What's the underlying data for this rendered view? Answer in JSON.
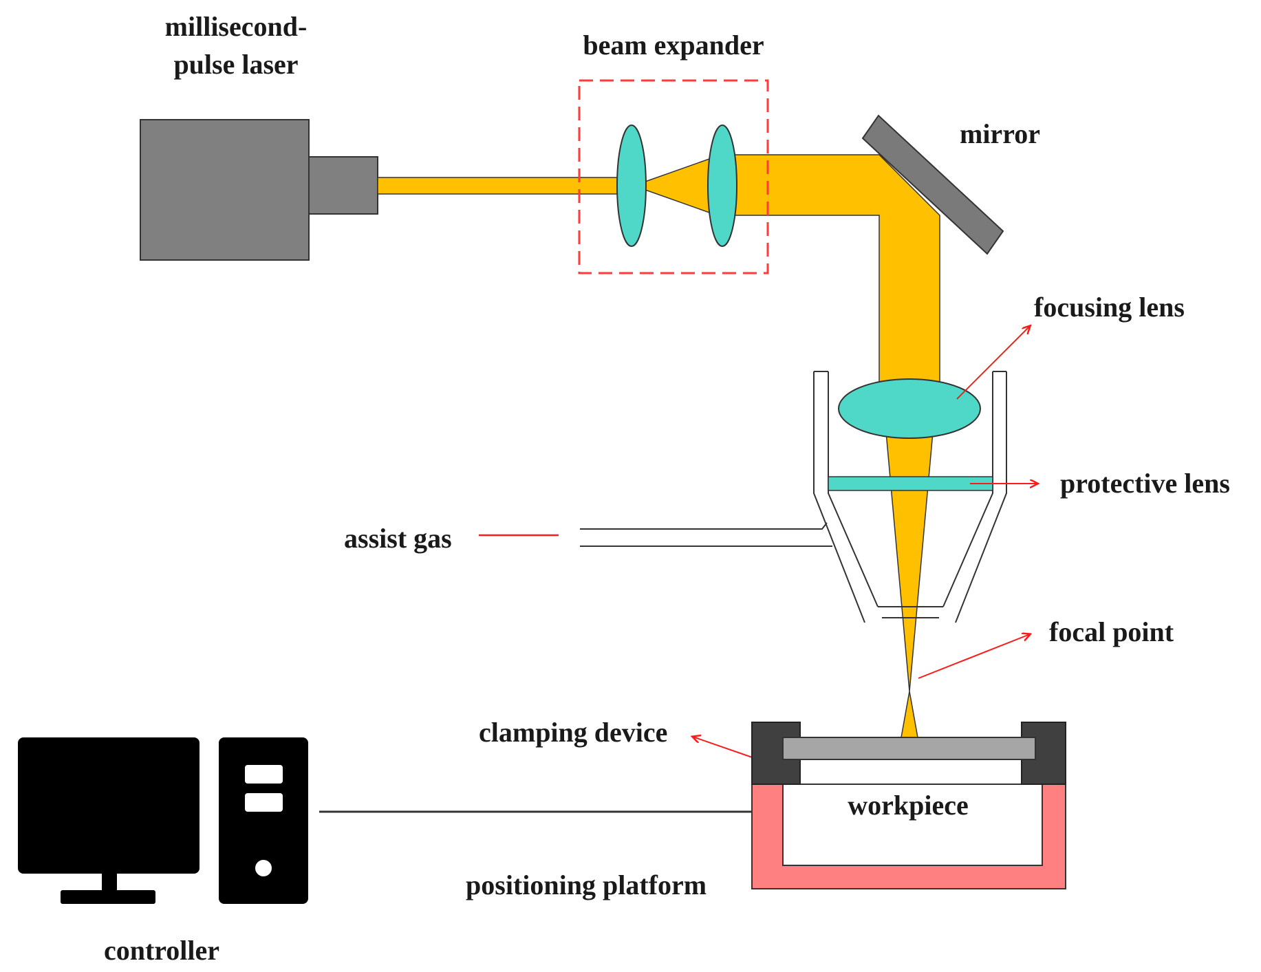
{
  "labels": {
    "laser_line1": "millisecond-",
    "laser_line2": "pulse laser",
    "beam_expander": "beam expander",
    "mirror": "mirror",
    "focusing_lens": "focusing  lens",
    "protective_lens": "protective lens",
    "assist_gas": "assist gas",
    "focal_point": "focal  point",
    "clamping_device": "clamping device",
    "workpiece": "workpiece",
    "positioning_platform": "positioning platform",
    "controller": "controller"
  },
  "colors": {
    "laser_body": "#808080",
    "beam": "#ffc000",
    "lens": "#4fd8c8",
    "expander_frame": "#ff3b3b",
    "mirror": "#7a7a7a",
    "clamp": "#404040",
    "workpiece": "#a6a6a6",
    "platform": "#ff8080",
    "annotation_arrow": "#ff1a1a",
    "controller": "#000000"
  }
}
